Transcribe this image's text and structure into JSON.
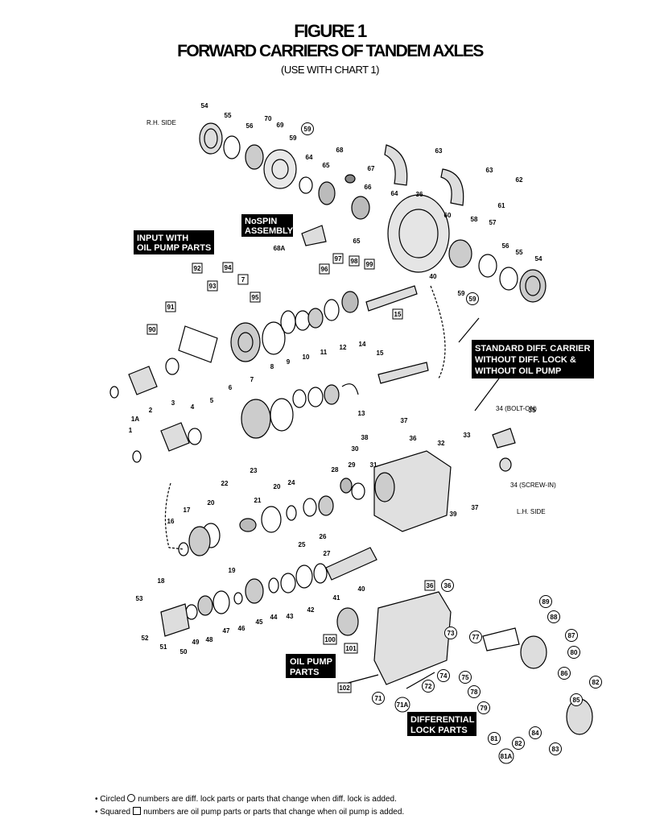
{
  "header": {
    "figure": "FIGURE 1",
    "title": "FORWARD CARRIERS OF TANDEM AXLES",
    "subtitle": "(USE WITH CHART 1)"
  },
  "side_labels": {
    "rh": "R.H. SIDE",
    "lh": "L.H. SIDE"
  },
  "callouts": {
    "nospin": [
      "NoSPIN",
      "ASSEMBLY"
    ],
    "input_pump": [
      "INPUT WITH",
      "OIL PUMP PARTS"
    ],
    "std_carrier": [
      "STANDARD DIFF. CARRIER",
      "WITHOUT DIFF. LOCK &",
      "WITHOUT OIL PUMP"
    ],
    "oil_pump": [
      "OIL PUMP",
      "PARTS"
    ],
    "diff_lock": [
      "DIFFERENTIAL",
      "LOCK PARTS"
    ]
  },
  "bolt_labels": {
    "bolt_on": "34 (BOLT-ON)",
    "screw_in": "34 (SCREW-IN)"
  },
  "part_numbers": {
    "plain": [
      "54",
      "55",
      "56",
      "70",
      "69",
      "59",
      "68",
      "64",
      "65",
      "67",
      "66",
      "63",
      "63",
      "62",
      "61",
      "36",
      "64",
      "60",
      "58",
      "57",
      "56",
      "55",
      "54",
      "68A",
      "65",
      "40",
      "59",
      "14",
      "15",
      "12",
      "11",
      "10",
      "9",
      "8",
      "7",
      "6",
      "5",
      "4",
      "3",
      "2",
      "1",
      "1A",
      "13",
      "37",
      "38",
      "30",
      "36",
      "32",
      "33",
      "35",
      "31",
      "28",
      "29",
      "39",
      "37",
      "23",
      "22",
      "24",
      "20",
      "21",
      "20",
      "17",
      "16",
      "26",
      "25",
      "27",
      "18",
      "19",
      "53",
      "52",
      "51",
      "50",
      "49",
      "48",
      "47",
      "46",
      "45",
      "44",
      "43",
      "42",
      "41",
      "40"
    ],
    "circled": [
      "59",
      "59",
      "36",
      "89",
      "88",
      "87",
      "80",
      "86",
      "85",
      "82",
      "84",
      "83",
      "81",
      "81A",
      "82",
      "79",
      "78",
      "77",
      "75",
      "74",
      "73",
      "72",
      "71",
      "71A"
    ],
    "squared": [
      "92",
      "94",
      "93",
      "7",
      "95",
      "91",
      "90",
      "97",
      "98",
      "99",
      "96",
      "15",
      "36",
      "100",
      "101",
      "102"
    ]
  },
  "notes": [
    {
      "prefix": "• Circled",
      "suffix": "numbers are diff. lock parts or parts that change when diff. lock is added."
    },
    {
      "prefix": "• Squared",
      "suffix": "numbers are oil pump parts or parts that change when oil pump is added."
    }
  ]
}
